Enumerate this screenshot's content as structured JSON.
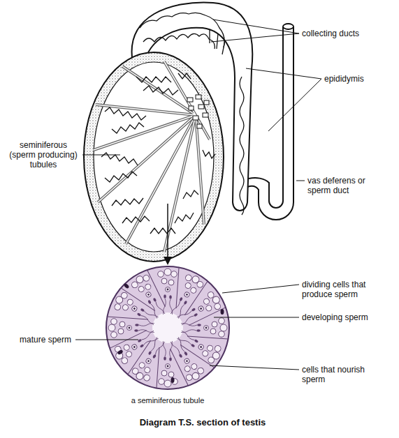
{
  "diagram": {
    "caption": "Diagram T.S. section of testis",
    "labels": [
      "collecting ducts",
      "epididymis",
      "seminiferous (sperm producing) tubules",
      "vas deferens or sperm duct",
      "dividing cells that produce sperm",
      "developing sperm",
      "mature sperm",
      "cells that nourish sperm",
      "a seminiferous tubule"
    ]
  }
}
